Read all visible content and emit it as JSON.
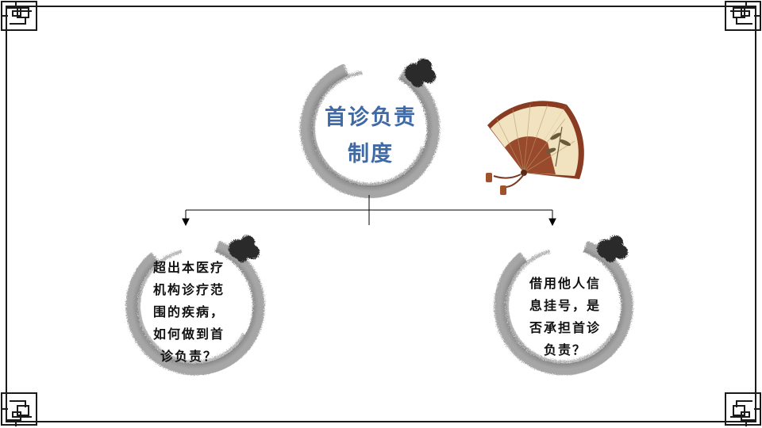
{
  "main": {
    "title_line1": "首诊负责",
    "title_line2": "制度"
  },
  "left_node": {
    "lines": [
      "超出本医疗",
      "机构诊疗范",
      "围的疾病，",
      "如何做到首",
      "诊负责？"
    ]
  },
  "right_node": {
    "lines": [
      "借用他人信",
      "息挂号，是",
      "否承担首诊",
      "负责？"
    ]
  },
  "colors": {
    "title": "#3f6aa6",
    "ink": "#3a3a3a",
    "fan_paper": "#f1e3bf",
    "fan_rim": "#8a3c22",
    "connector": "#000000",
    "frame": "#1a1a1a"
  },
  "icons": {
    "fan": "folding-fan-icon",
    "frame": "chinese-lattice-border"
  }
}
